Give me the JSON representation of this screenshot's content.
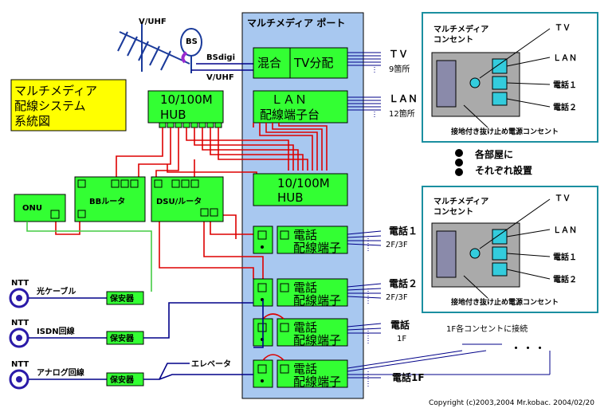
{
  "title": {
    "line1": "マルチメディア",
    "line2": "配線システム",
    "line3": "系統図"
  },
  "port": {
    "title": "マルチメディア ポート"
  },
  "tv": {
    "mix": "混合",
    "split": "TV分配",
    "out": "ＴＶ",
    "count": "9箇所"
  },
  "lan": {
    "line1": "ＬＡＮ",
    "line2": "配線端子台",
    "out": "ＬＡＮ",
    "count": "12箇所"
  },
  "hub_left": {
    "line1": "10/100M",
    "line2": "HUB"
  },
  "hub_center": {
    "line1": "10/100M",
    "line2": "HUB"
  },
  "antenna": {
    "vuhf_top": "V/UHF",
    "bs": "BS",
    "bsdigi": "BSdigi",
    "vuhf": "V/UHF"
  },
  "onu": "ONU",
  "bb_router": "BBルータ",
  "dsu_router": "DSU/ルータ",
  "phone_terminal": {
    "line1": "電話",
    "line2": "配線端子"
  },
  "phone_outputs": [
    {
      "label": "電話１",
      "floor": "2F/3F"
    },
    {
      "label": "電話２",
      "floor": "2F/3F"
    },
    {
      "label": "電話",
      "floor": "1F"
    },
    {
      "label": "電話1F",
      "floor": ""
    }
  ],
  "lines": [
    {
      "ntt": "NTT",
      "name": "光ケーブル",
      "protector": "保安器"
    },
    {
      "ntt": "NTT",
      "name": "ISDN回線",
      "protector": "保安器"
    },
    {
      "ntt": "NTT",
      "name": "アナログ回線",
      "protector": "保安器"
    }
  ],
  "elevator": "エレベータ",
  "outlet_1f": "1F各コンセントに接続",
  "outlet_box": {
    "title1": "マルチメディア",
    "title2": "コンセント",
    "tv": "ＴＶ",
    "lan": "ＬＡＮ",
    "tel1": "電話１",
    "tel2": "電話２",
    "power": "接地付き抜け止め電源コンセント"
  },
  "each_room": {
    "line1": "各部屋に",
    "line2": "それぞれ設置"
  },
  "copyright": "Copyright (c)2003,2004 Mr.kobac. 2004/02/20",
  "colors": {
    "port_bg": "#a8c8f0",
    "device_green": "#33ff33",
    "title_bg": "#ffff00",
    "lan_red": "#dd0000",
    "tel_blue": "#000088",
    "fiber_green": "#44cc44",
    "box_border": "#1b8fa0",
    "panel_gray": "#aaaaaa"
  }
}
